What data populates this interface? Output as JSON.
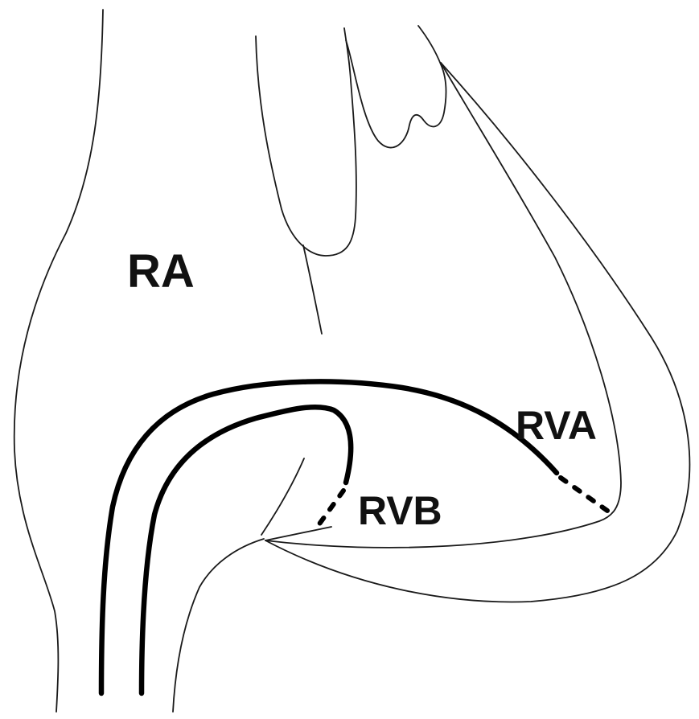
{
  "labels": {
    "right_atrium": "RA",
    "rv_apex": "RVA",
    "rv_base": "RVB"
  },
  "colors": {
    "background": "#ffffff",
    "outline": "#1a1a1a",
    "lead": "#000000"
  }
}
